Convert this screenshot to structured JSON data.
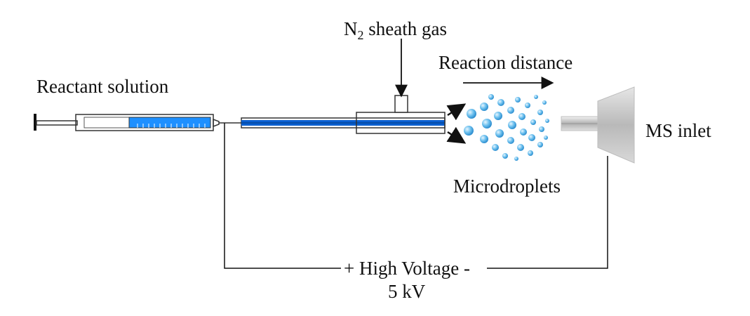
{
  "labels": {
    "reactant": "Reactant solution",
    "sheath_n": "N",
    "sheath_sub": "2",
    "sheath_rest": " sheath gas",
    "reaction": "Reaction distance",
    "microdroplets": "Microdroplets",
    "ms_inlet": "MS inlet",
    "high_voltage": "+ High  Voltage -",
    "voltage_value": "5  kV"
  },
  "colors": {
    "line": "#111111",
    "solution_blue": "#1e90ff",
    "capillary_blue": "#0a5fd0",
    "droplet": "#5ab3e6",
    "ms_gray": "#c8c8c8"
  }
}
